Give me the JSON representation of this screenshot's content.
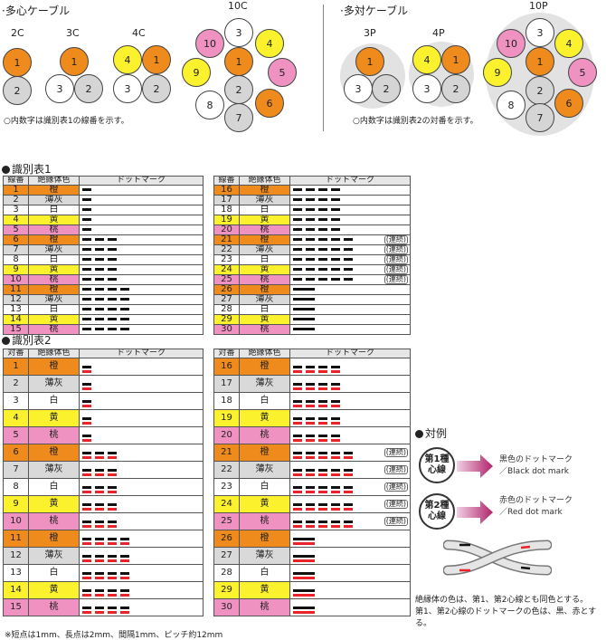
{
  "left_header": "多心ケーブル",
  "right_header": "多対ケーブル",
  "left_labels": [
    "2C",
    "3C",
    "4C",
    "10C"
  ],
  "right_labels": [
    "3P",
    "4P",
    "10P"
  ],
  "note_left": "○内数字は識別表1の線番を示す。",
  "note_right": "○内数字は識別表2の対番を示す。",
  "cable_nums": {
    "c2": [
      "1",
      "2"
    ],
    "c3": [
      "1",
      "3",
      "2"
    ],
    "c4": [
      "4",
      "1",
      "3",
      "2"
    ],
    "c10": [
      "3",
      "10",
      "4",
      "9",
      "1",
      "5",
      "2",
      "8",
      "6",
      "7"
    ],
    "p3": [
      "1",
      "3",
      "2"
    ],
    "p4": [
      "4",
      "1",
      "3",
      "2"
    ],
    "p10": [
      "3",
      "10",
      "4",
      "9",
      "1",
      "5",
      "2",
      "8",
      "6",
      "7"
    ]
  },
  "table1": {
    "section_title": "識別表1",
    "headers": [
      "線番",
      "絶縁体色",
      "ドットマーク"
    ],
    "rows": [
      {
        "no": "1",
        "color": "橙"
      },
      {
        "no": "2",
        "color": "薄灰"
      },
      {
        "no": "3",
        "color": "白"
      },
      {
        "no": "4",
        "color": "黄"
      },
      {
        "no": "5",
        "color": "桃"
      },
      {
        "no": "6",
        "color": "橙"
      },
      {
        "no": "7",
        "color": "薄灰"
      },
      {
        "no": "8",
        "color": "白"
      },
      {
        "no": "9",
        "color": "黄"
      },
      {
        "no": "10",
        "color": "桃"
      },
      {
        "no": "11",
        "color": "橙"
      },
      {
        "no": "12",
        "color": "薄灰"
      },
      {
        "no": "13",
        "color": "白"
      },
      {
        "no": "14",
        "color": "黄"
      },
      {
        "no": "15",
        "color": "桃"
      },
      {
        "no": "16",
        "color": "橙"
      },
      {
        "no": "17",
        "color": "薄灰"
      },
      {
        "no": "18",
        "color": "白"
      },
      {
        "no": "19",
        "color": "黄"
      },
      {
        "no": "20",
        "color": "桃"
      },
      {
        "no": "21",
        "color": "橙"
      },
      {
        "no": "22",
        "color": "薄灰"
      },
      {
        "no": "23",
        "color": "白"
      },
      {
        "no": "24",
        "color": "黄"
      },
      {
        "no": "25",
        "color": "桃"
      },
      {
        "no": "26",
        "color": "橙"
      },
      {
        "no": "27",
        "color": "薄灰"
      },
      {
        "no": "28",
        "color": "白"
      },
      {
        "no": "29",
        "color": "黄"
      },
      {
        "no": "30",
        "color": "桃"
      }
    ]
  },
  "table2": {
    "section_title": "識別表2",
    "headers": [
      "対番",
      "絶縁体色",
      "ドットマーク"
    ],
    "rows": [
      {
        "no": "1",
        "color": "橙"
      },
      {
        "no": "2",
        "color": "薄灰"
      },
      {
        "no": "3",
        "color": "白"
      },
      {
        "no": "4",
        "color": "黄"
      },
      {
        "no": "5",
        "color": "桃"
      },
      {
        "no": "6",
        "color": "橙"
      },
      {
        "no": "7",
        "color": "薄灰"
      },
      {
        "no": "8",
        "color": "白"
      },
      {
        "no": "9",
        "color": "黄"
      },
      {
        "no": "10",
        "color": "桃"
      },
      {
        "no": "11",
        "color": "橙"
      },
      {
        "no": "12",
        "color": "薄灰"
      },
      {
        "no": "13",
        "color": "白"
      },
      {
        "no": "14",
        "color": "黄"
      },
      {
        "no": "15",
        "color": "桃"
      },
      {
        "no": "16",
        "color": "橙"
      },
      {
        "no": "17",
        "color": "薄灰"
      },
      {
        "no": "18",
        "color": "白"
      },
      {
        "no": "19",
        "color": "黄"
      },
      {
        "no": "20",
        "color": "桃"
      },
      {
        "no": "21",
        "color": "橙"
      },
      {
        "no": "22",
        "color": "薄灰"
      },
      {
        "no": "23",
        "color": "白"
      },
      {
        "no": "24",
        "color": "黄"
      },
      {
        "no": "25",
        "color": "桃"
      },
      {
        "no": "26",
        "color": "橙"
      },
      {
        "no": "27",
        "color": "薄灰"
      },
      {
        "no": "28",
        "color": "白"
      },
      {
        "no": "29",
        "color": "黄"
      },
      {
        "no": "30",
        "color": "桃"
      }
    ]
  },
  "renzoku": "(連続)",
  "legend": {
    "title": "対例",
    "first_line1": "第1種",
    "first_line2": "心線",
    "first_text1": "黒色のドットマーク",
    "first_text2": "／Black dot mark",
    "second_line1": "第2種",
    "second_line2": "心線",
    "second_text1": "赤色のドットマーク",
    "second_text2": "／Red dot mark",
    "note1": "絶縁体の色は、第1、第2心線とも同色とする。",
    "note2": "第1、第2心線のドットマークの色は、黒、赤とする。"
  },
  "footnote": "※短点は1mm、長点は2mm、間隔1mm、ピッチ約12mm",
  "colors": {
    "orange": "#ef8a1c",
    "gray": "#d9d9d9",
    "yellow": "#fbf12c",
    "pink": "#ef91c1",
    "red": "#e8232a"
  }
}
